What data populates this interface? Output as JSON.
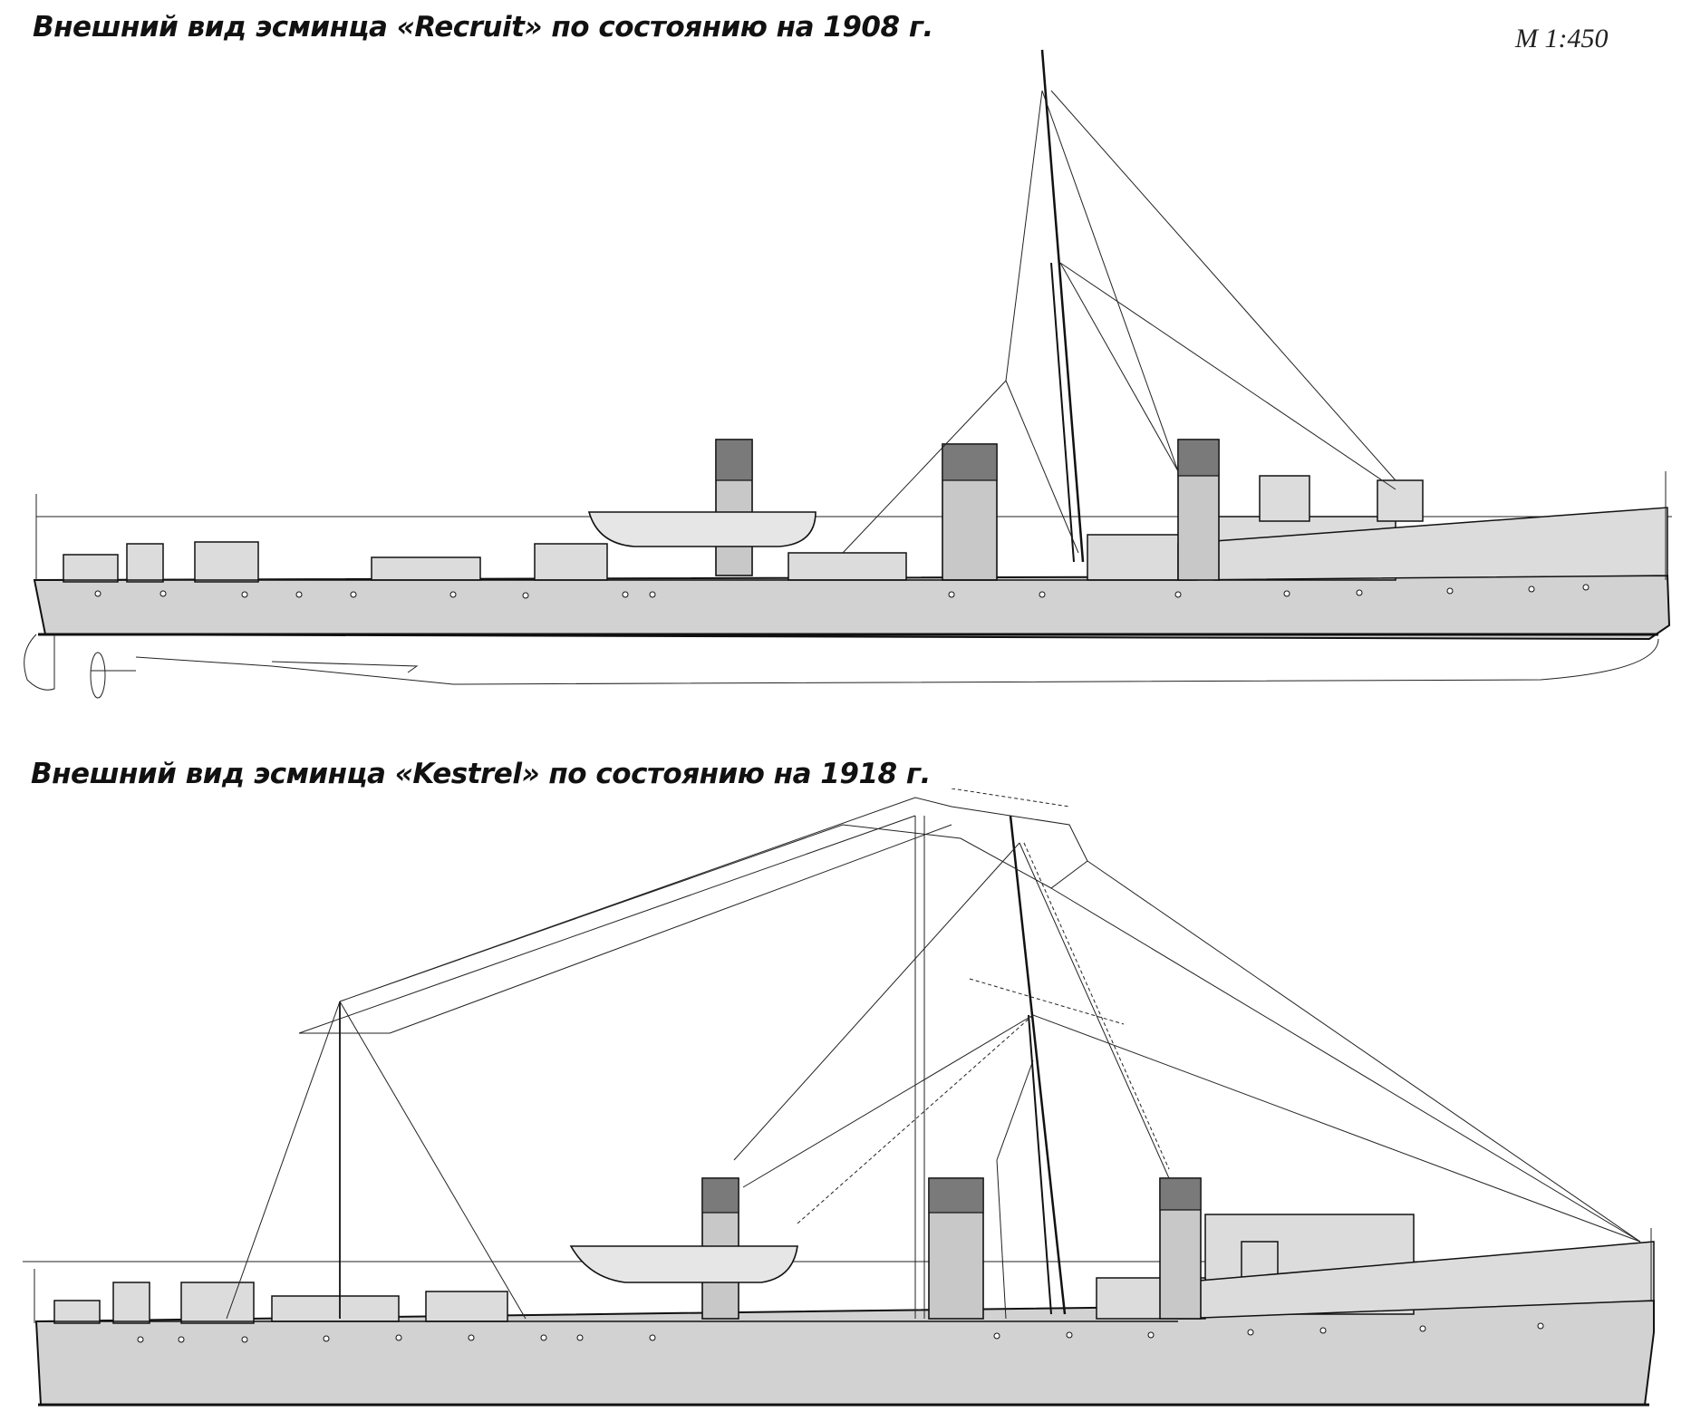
{
  "drawings": [
    {
      "title": "Внешний вид  эсминца «Recruit» по состоянию на 1908 г."
    },
    {
      "title": "Внешний вид  эсминца «Kestrel» по состоянию на 1918 г."
    }
  ],
  "scale_label": "М 1:450",
  "colors": {
    "hull": "#d2d2d2",
    "funnel_top": "#7a7a7a",
    "ink": "#111111"
  }
}
